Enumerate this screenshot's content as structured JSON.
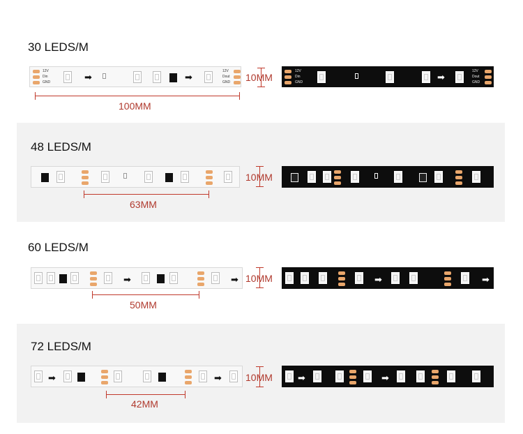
{
  "rows": [
    {
      "title": "30 LEDS/M",
      "spacing": "100MM",
      "width": "10MM"
    },
    {
      "title": "48 LEDS/M",
      "spacing": "63MM",
      "width": "10MM"
    },
    {
      "title": "60 LEDS/M",
      "spacing": "50MM",
      "width": "10MM"
    },
    {
      "title": "72 LEDS/M",
      "spacing": "42MM",
      "width": "10MM"
    }
  ],
  "pad_labels": {
    "v": "12V",
    "din": "Din",
    "dout": "Dout",
    "gnd": "GND"
  },
  "colors": {
    "dimension": "#c0392b",
    "pad": "#e9a66b",
    "panel_alt": "#f2f2f2"
  },
  "icons": [
    "arrow-right-icon",
    "led-chip-icon",
    "ic-chip-icon",
    "resistor-icon",
    "solder-pad-icon"
  ]
}
